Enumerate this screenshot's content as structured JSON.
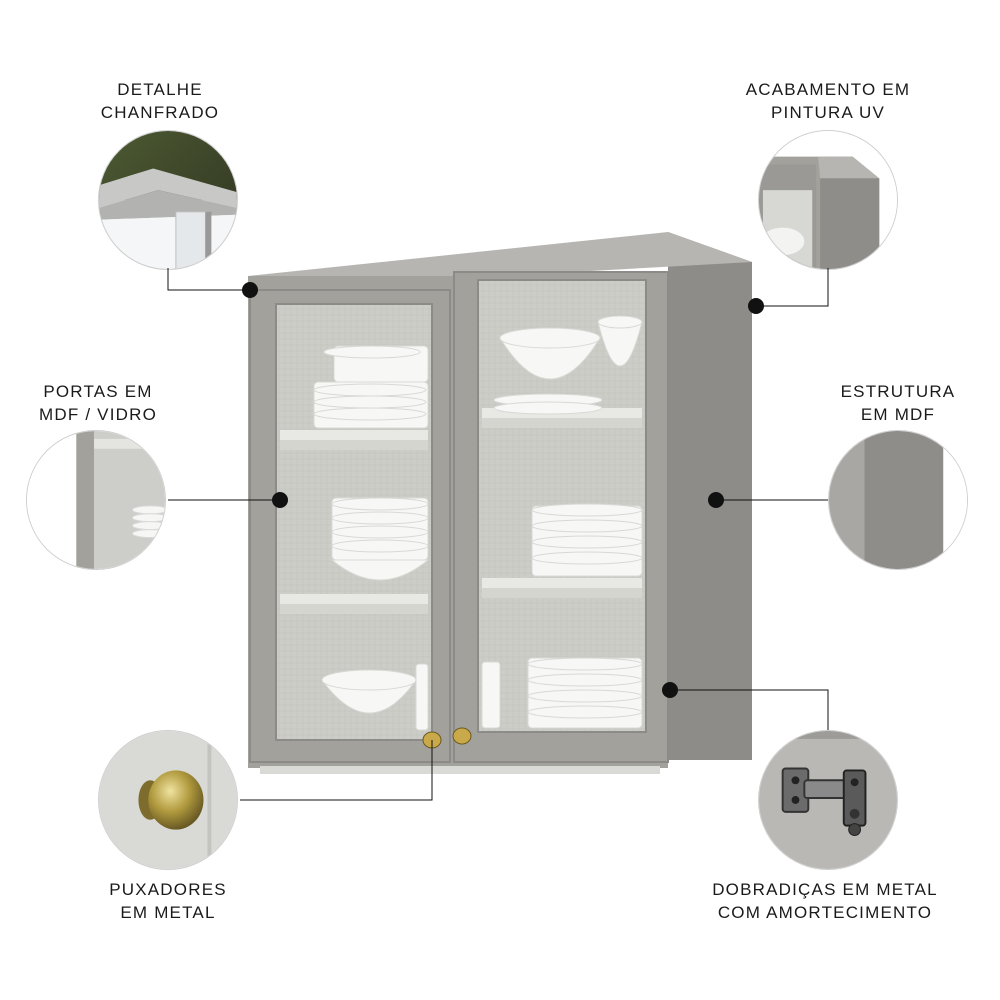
{
  "callouts": {
    "detalhe": {
      "line1": "DETALHE",
      "line2": "CHANFRADO",
      "icon": "bevel-detail-icon"
    },
    "acabamento": {
      "line1": "ACABAMENTO EM",
      "line2": "PINTURA UV",
      "icon": "uv-paint-icon"
    },
    "portas": {
      "line1": "PORTAS EM",
      "line2": "MDF / VIDRO",
      "icon": "glass-door-icon"
    },
    "estrutura": {
      "line1": "ESTRUTURA",
      "line2": "EM MDF",
      "icon": "mdf-panel-icon"
    },
    "puxadores": {
      "line1": "PUXADORES",
      "line2": "EM METAL",
      "icon": "metal-knob-icon"
    },
    "dobradicas": {
      "line1": "DOBRADIÇAS EM METAL",
      "line2": "COM AMORTECIMENTO",
      "icon": "soft-close-hinge-icon"
    }
  },
  "colors": {
    "cabinet": "#a3a19c",
    "cabinet_dark": "#8e8c88",
    "backpanel": "#cfcfca",
    "shelf": "#e6e6e2",
    "dish": "#f7f7f5",
    "knob": "#c9a94a",
    "leader": "#111111"
  }
}
